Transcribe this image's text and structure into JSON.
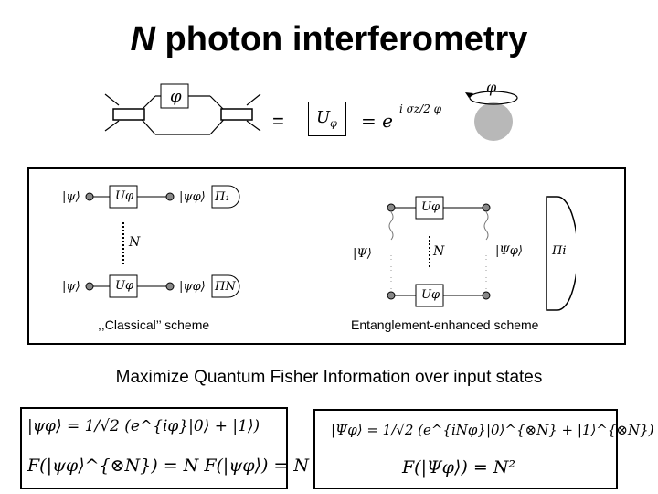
{
  "title": {
    "italic": "N",
    "rest": " photon interferometry"
  },
  "top": {
    "phase_symbol": "φ",
    "equals": "=",
    "operator_box": "U",
    "operator_sub": "φ",
    "operator_eq": "= e",
    "exponent": "i σz/2 φ",
    "rotation_symbol": "φ"
  },
  "classical": {
    "caption": ",,Classical’’ scheme",
    "input_ket": "|ψ⟩",
    "unitary": "Uφ",
    "output_ket": "|ψφ⟩",
    "measure_1": "Π₁",
    "measure_N": "ΠN",
    "repeat_label": "N"
  },
  "entangled": {
    "caption": "Entanglement-enhanced scheme",
    "input_ket": "|Ψ⟩",
    "unitary": "Uφ",
    "output_ket": "|Ψφ⟩",
    "measure": "Πi",
    "repeat_label": "N"
  },
  "subtitle": "Maximize Quantum Fisher Information over input states",
  "formulas": {
    "classical_state": "|ψφ⟩ = 1/√2 (e^{iφ}|0⟩ + |1⟩)",
    "classical_fisher": "F(|ψφ⟩^{⊗N}) = N F(|ψφ⟩) = N",
    "entangled_state": "|Ψφ⟩ = 1/√2 (e^{iNφ}|0⟩^{⊗N} + |1⟩^{⊗N})",
    "entangled_fisher": "F(|Ψφ⟩) = N²"
  }
}
